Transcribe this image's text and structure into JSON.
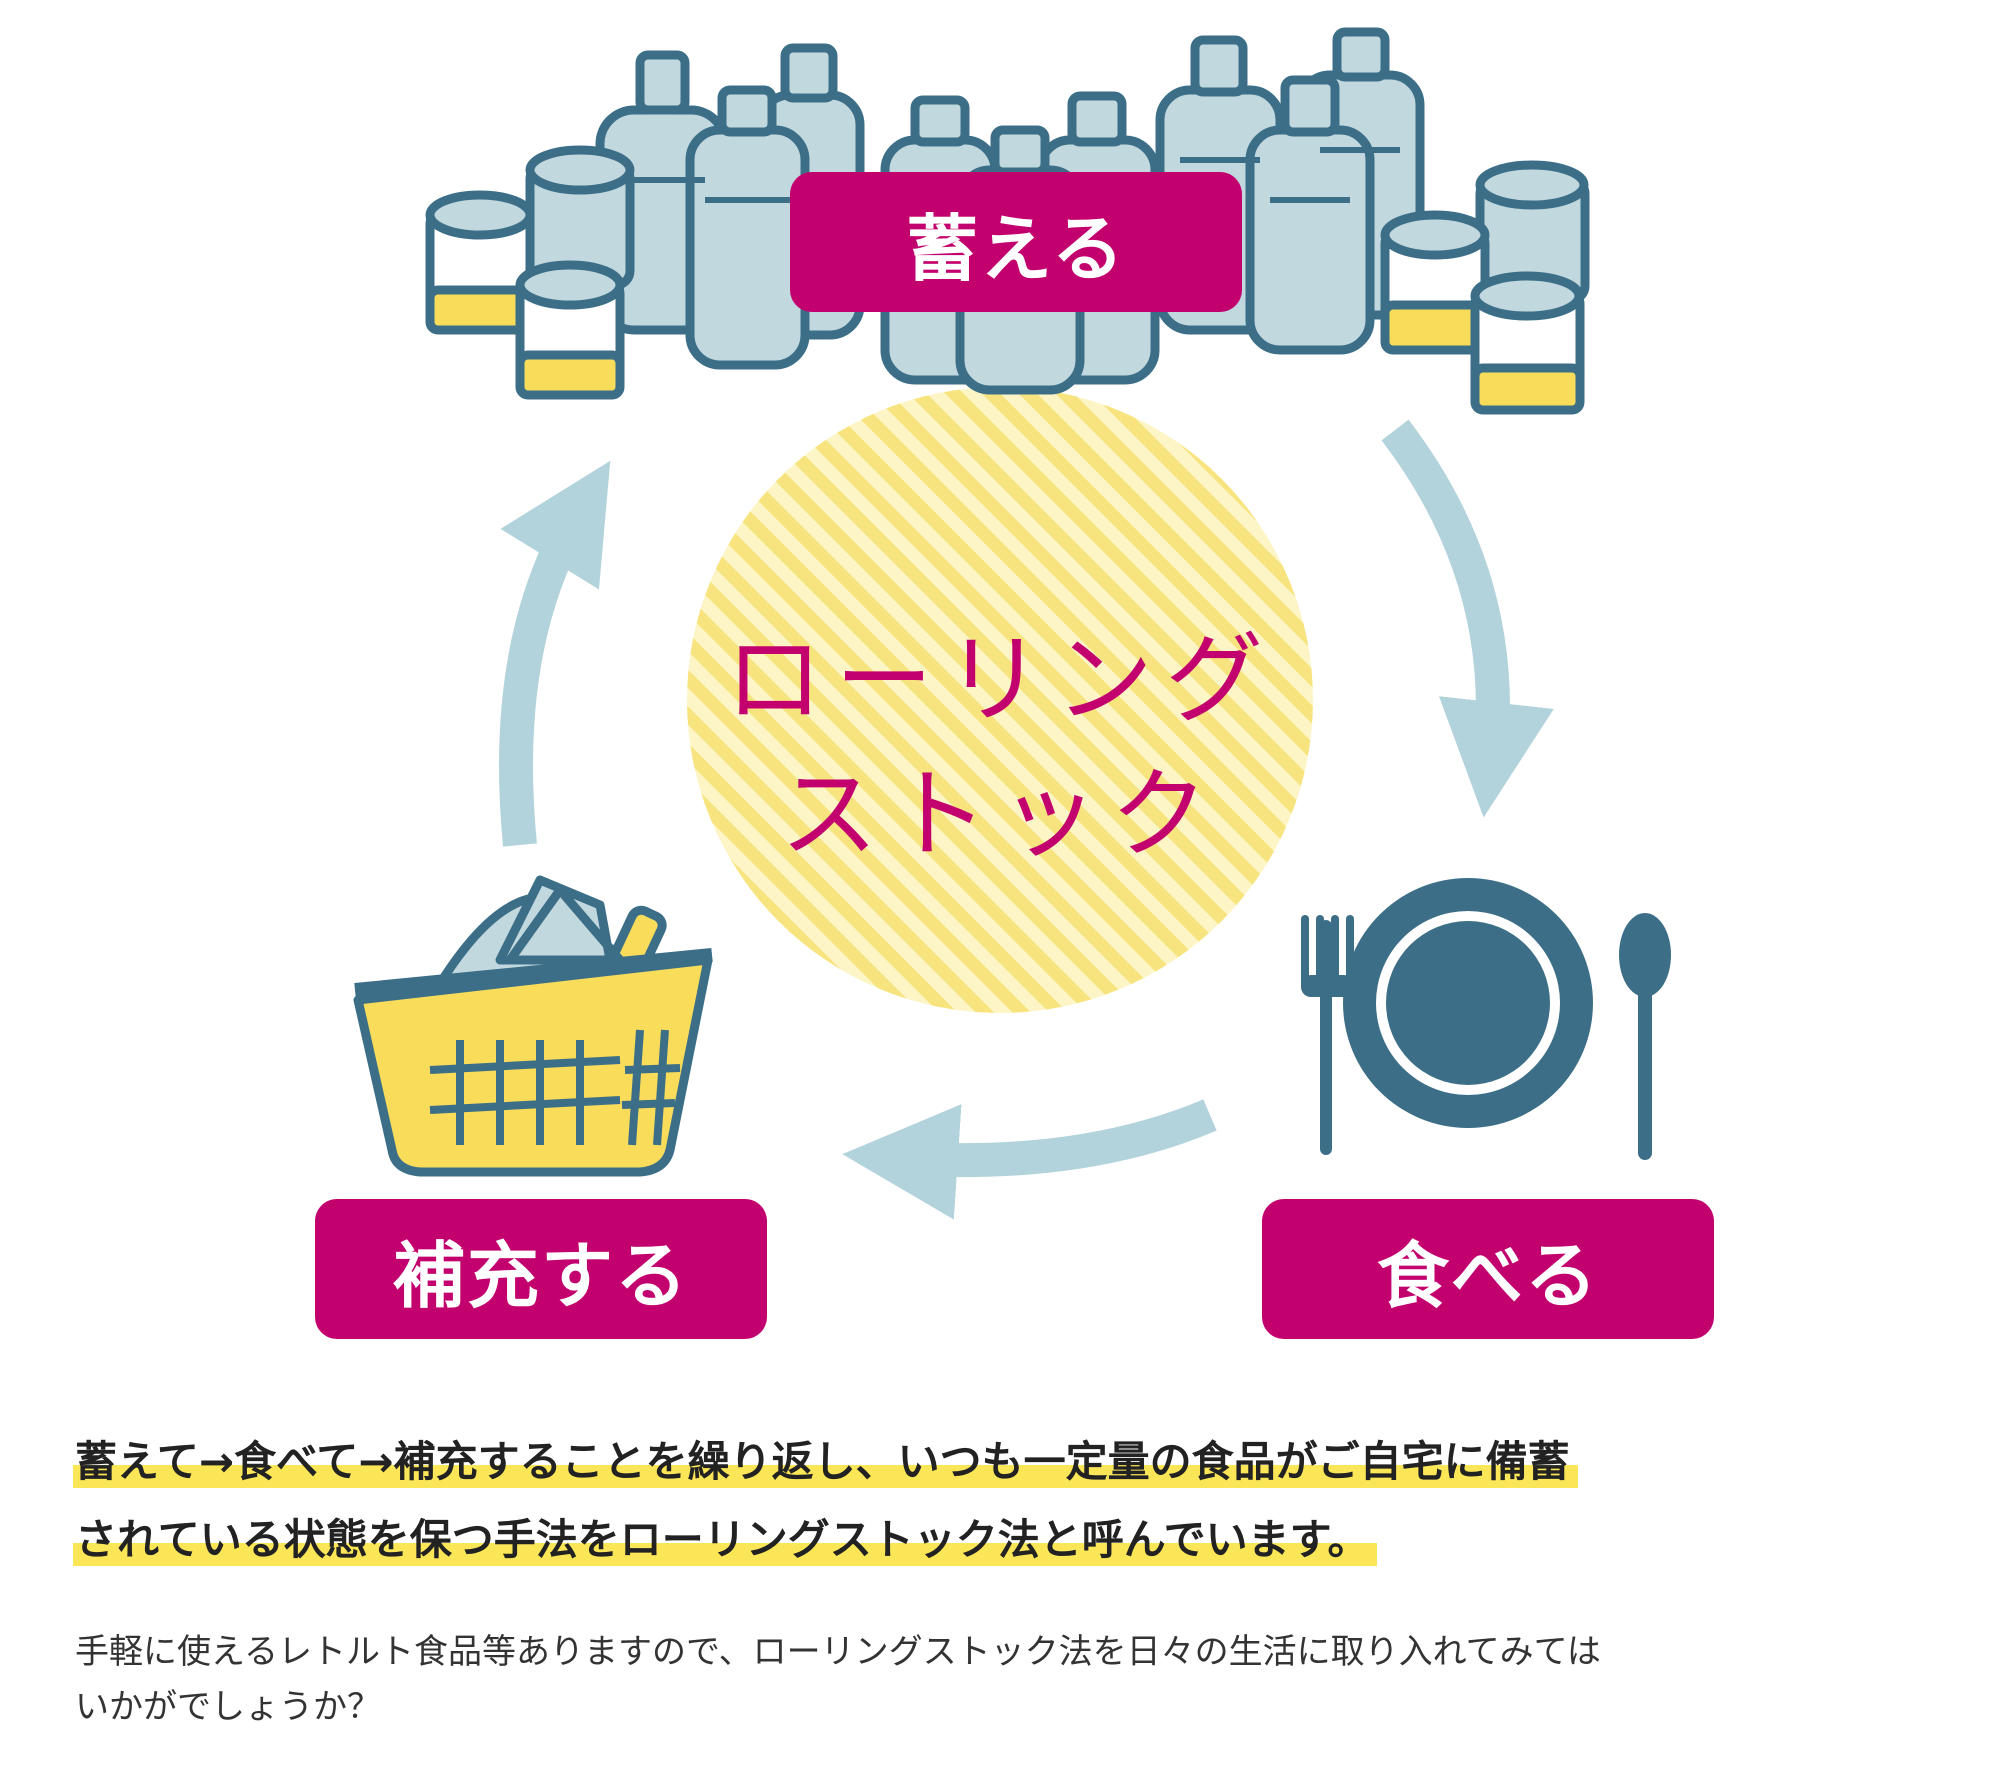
{
  "colors": {
    "magenta": "#c2006e",
    "teal": "#3c6f87",
    "arrow": "#b2d2dc",
    "bottle": "#c2d8df",
    "yellow": "#f8dc5a",
    "stripe_light": "#fdf5c5",
    "stripe_dark": "#f7e47e",
    "highlight": "#fbe658"
  },
  "diagram": {
    "labels": {
      "store": "蓄える",
      "eat": "食べる",
      "refill": "補充する"
    },
    "center": {
      "line1": "ローリング",
      "line2": "ストック"
    },
    "icons": {
      "store": "bottles-and-cans-icon",
      "eat": "plate-fork-spoon-icon",
      "refill": "shopping-basket-icon"
    }
  },
  "text": {
    "highlight_line1": "蓄えて→食べて→補充することを繰り返し、いつも一定量の食品がご自宅に備蓄",
    "highlight_line2": "されている状態を保つ手法をローリングストック法と呼んでいます。",
    "body_line1": "手軽に使えるレトルト食品等ありますので、ローリングストック法を日々の生活に取り入れてみては",
    "body_line2": "いかがでしょうか？"
  }
}
